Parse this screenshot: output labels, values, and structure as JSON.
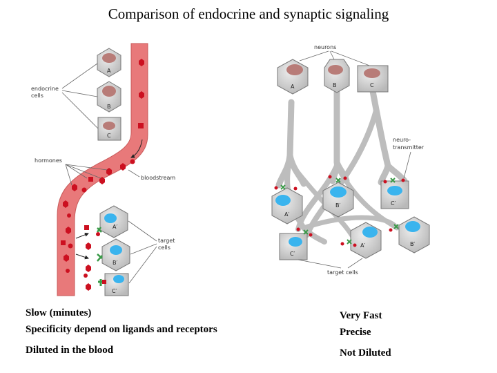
{
  "title": "Comparison of endocrine and synaptic signaling",
  "endocrine": {
    "label_endocrine_cells": [
      "endocrine",
      "cells"
    ],
    "label_hormones": "hormones",
    "label_bloodstream": "bloodstream",
    "label_target_cells": [
      "target",
      "cells"
    ],
    "cells": [
      "A",
      "B",
      "C"
    ],
    "targets": [
      "A′",
      "B′",
      "C′"
    ]
  },
  "synaptic": {
    "label_neurons": "neurons",
    "label_neurotransmitter": [
      "neuro-",
      "transmitter"
    ],
    "label_target_cells": "target cells",
    "neurons": [
      "A",
      "B",
      "C"
    ],
    "targets_upper": [
      "A′",
      "B′",
      "C′"
    ],
    "targets_lower": [
      "C′",
      "A′",
      "B′"
    ]
  },
  "comparison": {
    "endocrine_speed": "Slow (minutes)",
    "endocrine_specificity": "Specificity depend on ligands and receptors",
    "endocrine_dilution": "Diluted in the blood",
    "synaptic_speed": "Very Fast",
    "synaptic_specificity": "Precise",
    "synaptic_dilution": "Not Diluted"
  },
  "colors": {
    "blood_vessel": "#e8797a",
    "hormone": "#cc1020",
    "cell_fill": "#cfcfcf",
    "nucleus_endocrine": "#b87c78",
    "nucleus_target": "#3ab4ee",
    "receptor": "#3a9a48"
  }
}
